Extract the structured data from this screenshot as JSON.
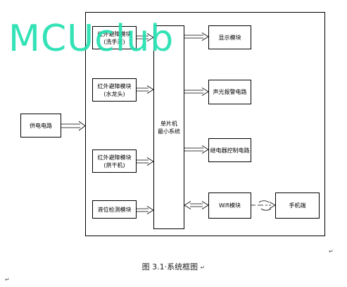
{
  "blocks": {
    "power": "供电电路",
    "ir1_line1": "红外避障模块",
    "ir1_line2": "(洗手液)",
    "ir2_line1": "红外避障模块",
    "ir2_line2": "(水龙头)",
    "ir3_line1": "红外避障模块",
    "ir3_line2": "(烘干机)",
    "level": "液位检测模块",
    "mcu_line1": "单片机",
    "mcu_line2": "最小系统",
    "display": "显示模块",
    "alarm": "声光报警电路",
    "relay": "继电器控制电路",
    "wifi": "Wifi模块",
    "phone": "手机端"
  },
  "watermark": "MCUclub",
  "caption": "图 3.1·系统框图",
  "para_mark": "↵"
}
